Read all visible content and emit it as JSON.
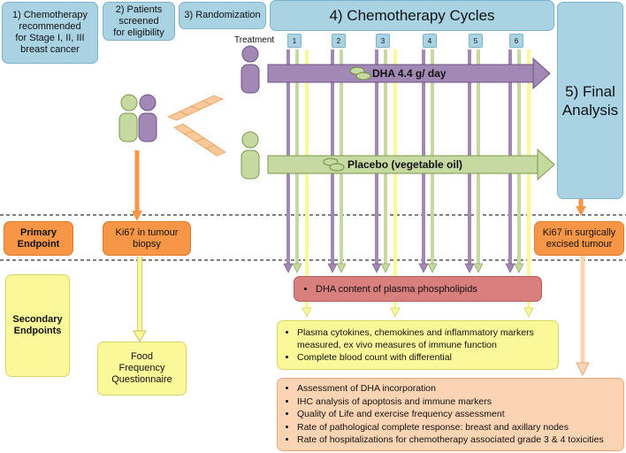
{
  "steps": {
    "s1": "1) Chemotherapy\nrecommended\nfor Stage I, II, III\nbreast cancer",
    "s2": "2) Patients\nscreened\nfor eligibility",
    "s3": "3) Randomization",
    "s4": "4) Chemotherapy Cycles",
    "s5": "5) Final\nAnalysis"
  },
  "treatment_label": "Treatment",
  "cycles": [
    "1",
    "2",
    "3",
    "4",
    "5",
    "6"
  ],
  "arms": {
    "dha": "DHA 4.4 g/ day",
    "placebo": "Placebo (vegetable oil)"
  },
  "primary": {
    "label": "Primary\nEndpoint",
    "biopsy": "Ki67 in tumour\nbiopsy",
    "excised": "Ki67 in surgically\nexcised tumour"
  },
  "secondary": {
    "label": "Secondary\nEndpoints",
    "ffq": "Food\nFrequency\nQuestionnaire",
    "dha_content": "DHA content of plasma phospholipids",
    "immune": [
      "Plasma cytokines, chemokines and inflammatory markers measured, ex vivo measures of immune function",
      "Complete blood count with differential"
    ],
    "final": [
      "Assessment of DHA incorporation",
      "IHC analysis of apoptosis and immune markers",
      "Quality of Life and exercise frequency assessment",
      "Rate of pathological complete response: breast and axillary nodes",
      "Rate of hospitalizations for chemotherapy associated grade 3 & 4 toxicities"
    ]
  },
  "colors": {
    "blue": "#a9d2e3",
    "orange": "#f79646",
    "yellow": "#fbf89a",
    "purple": "#a288b5",
    "green": "#c5d9a1",
    "pink": "#d97f7d",
    "peach": "#fbd4b4"
  }
}
